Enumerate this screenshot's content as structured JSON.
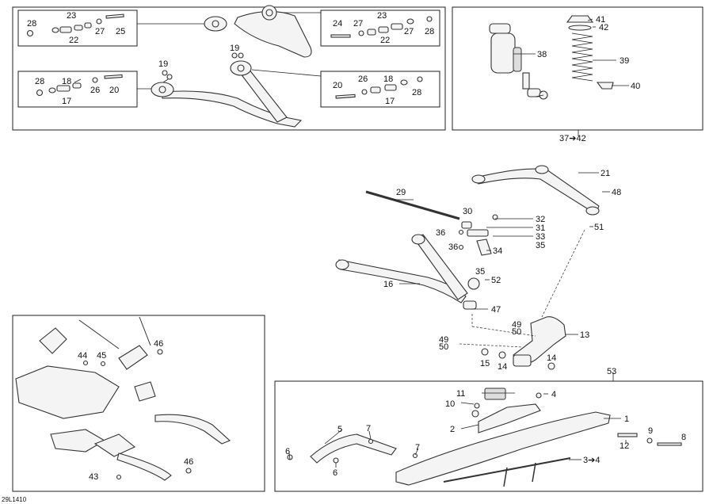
{
  "diagram_code": "29L1410",
  "callouts": {
    "c1": "1",
    "c2": "2",
    "c3_4": "3➔4",
    "c4": "4",
    "c5": "5",
    "c6a": "6",
    "c6b": "6",
    "c7a": "7",
    "c7b": "7",
    "c8": "8",
    "c9": "9",
    "c10": "10",
    "c11": "11",
    "c12": "12",
    "c13": "13",
    "c14a": "14",
    "c14b": "14",
    "c15": "15",
    "c16": "16",
    "c17a": "17",
    "c17b": "17",
    "c18a": "18",
    "c18b": "18",
    "c19a": "19",
    "c19b": "19",
    "c20a": "20",
    "c20b": "20",
    "c21": "21",
    "c22a": "22",
    "c22b": "22",
    "c23a": "23",
    "c23b": "23",
    "c24": "24",
    "c25": "25",
    "c26a": "26",
    "c26b": "26",
    "c27a": "27",
    "c27b": "27",
    "c28a": "28",
    "c28b": "28",
    "c28c": "28",
    "c28d": "28",
    "c29": "29",
    "c30": "30",
    "c31": "31",
    "c32": "32",
    "c33": "33",
    "c34": "34",
    "c35a": "35",
    "c35b": "35",
    "c36a": "36",
    "c36b": "36",
    "c37_42": "37➔42",
    "c38": "38",
    "c39": "39",
    "c40": "40",
    "c41": "41",
    "c42": "42",
    "c43": "43",
    "c44": "44",
    "c45": "45",
    "c46a": "46",
    "c46b": "46",
    "c47": "47",
    "c48": "48",
    "c49a": "49",
    "c49b": "49",
    "c50a": "50",
    "c50b": "50",
    "c51": "51",
    "c52": "52",
    "c53": "53"
  }
}
